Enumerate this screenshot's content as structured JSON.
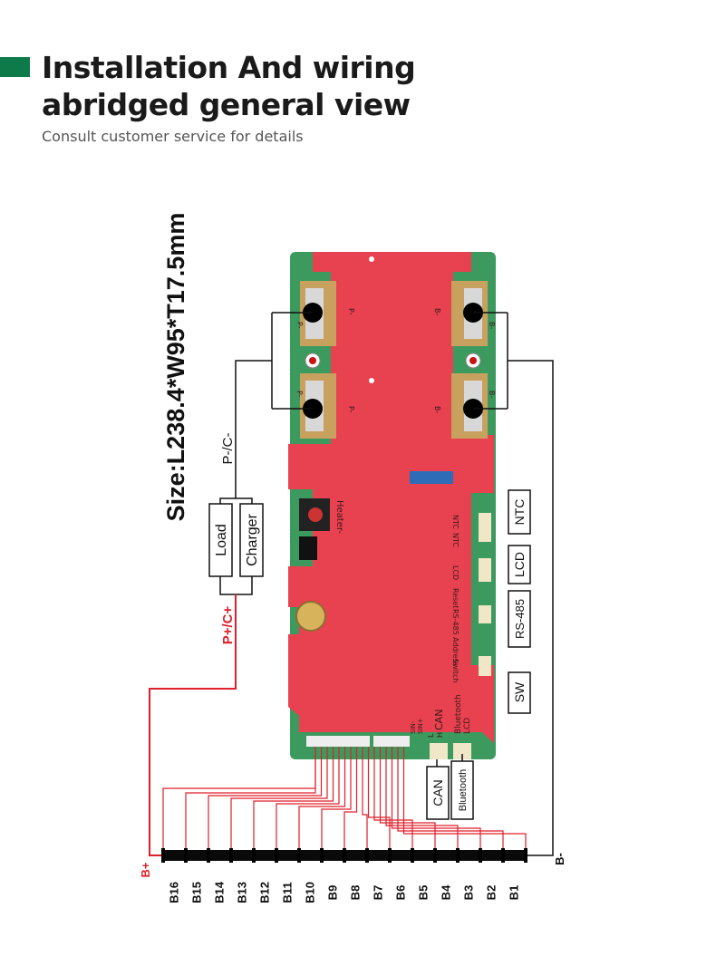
{
  "header": {
    "title_line1": "Installation And wiring",
    "title_line2": "abridged general view",
    "subtitle": "Consult customer service for details"
  },
  "colors": {
    "accent": "#0e7a4a",
    "pcb_red": "#e8414f",
    "pcb_green": "#3d9a5e",
    "wire_red": "#e01f2a"
  },
  "size_label": "Size:L238.4*W95*T17.5mm",
  "labels": {
    "pc_minus": "P-/C-",
    "pc_plus": "P+/C+",
    "load": "Load",
    "charger": "Charger",
    "b_plus": "B+",
    "b_minus": "B-",
    "ntc": "NTC",
    "lcd": "LCD",
    "rs485": "RS-485",
    "sw": "SW",
    "can": "CAN",
    "bluetooth": "Bluetooth"
  },
  "pcb": {
    "p_minus": "P-",
    "b_minus": "B-",
    "heater": "Heater-",
    "ntc1": "NTC",
    "ntc2": "NTC",
    "lcd": "LCD",
    "reset": "Reset",
    "rs485": "RS-485",
    "address": "Address",
    "switch": "Switch",
    "can_block": "CAN",
    "sin_minus": "SIN-",
    "sin_plus": "SIN+",
    "l": "L",
    "h": "H",
    "bluetooth_lcd_1": "Bluetooth",
    "bluetooth_lcd_2": "LCD"
  },
  "cells": [
    "B16",
    "B15",
    "B14",
    "B13",
    "B12",
    "B11",
    "B10",
    "B9",
    "B8",
    "B7",
    "B6",
    "B5",
    "B4",
    "B3",
    "B2",
    "B1"
  ]
}
